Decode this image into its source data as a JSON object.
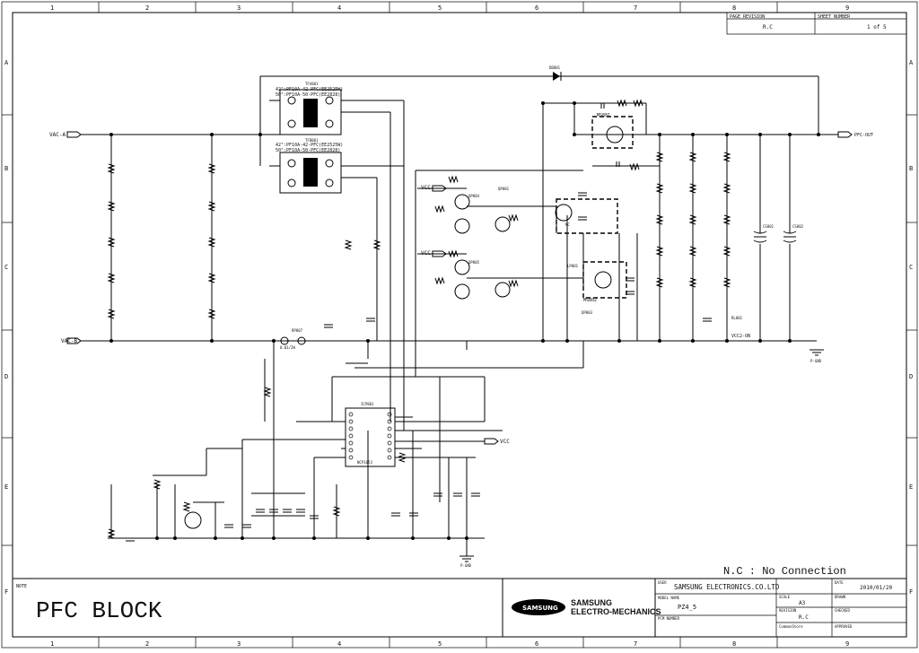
{
  "grid": {
    "columns": [
      "1",
      "2",
      "3",
      "4",
      "5",
      "6",
      "7",
      "8",
      "9"
    ],
    "rows": [
      "A",
      "B",
      "C",
      "D",
      "E",
      "F"
    ]
  },
  "revision_box": {
    "page_revision_label": "PAGE REVISION",
    "page_revision_value": "R.C",
    "sheet_number_label": "SHEET NUMBER",
    "sheet_number_value": "1 of 5"
  },
  "nc_note": "N.C : No Connection",
  "title_block": {
    "note_label": "NOTE",
    "block_title": "PFC BLOCK",
    "logo_wordmark": "SAMSUNG",
    "company_line1": "SAMSUNG",
    "company_line2": "ELECTRO-MECHANICS",
    "user_label": "USER",
    "user_value": "SAMSUNG ELECTRONICS.CO.LTD",
    "date_label": "DATE",
    "date_value": "2010/01/20",
    "model_name_label": "MODEL NAME",
    "model_name_value": "PZ4_5",
    "scale_label": "SCALE",
    "scale_value": "A3",
    "drawn_label": "DRAWN",
    "revision_label": "REVISION",
    "revision_value": "R.C",
    "checked_label": "CHECKED",
    "pcm_number_label": "PCM NUMBER",
    "common_label": "CommonStore",
    "approved_label": "APPROVED"
  },
  "nets": {
    "vac_a": "VAC-A",
    "vac_b": "VAC-B",
    "pfc_out": "PFC-OUT",
    "vcc_1": "VCC",
    "vcc_2": "VCC",
    "vcc_3": "VCC",
    "vcc2_on": "VCC2-ON",
    "p_gnd": "P-GND",
    "p_gnd2": "P-GND"
  },
  "components": {
    "d801": "DB801",
    "tf801": "TFA801",
    "tf802": "TFB801",
    "tf_note1": "42\":PF10A-42-PFC(EE2525W)",
    "tf_note2": "50\":PF10A-50-PFC(EE2828)",
    "tf_note3": "42\":PF10A-42-PFC(EE2525W)",
    "tf_note4": "50\":PF10A-50-PFC(EE2828)",
    "ic801": "ICP801",
    "ic801_part": "NCP1653",
    "q801": "QP801",
    "q803": "QP803",
    "q804": "QP804",
    "q805": "QP805",
    "l801": "LP801",
    "r807": "RP807",
    "r807_val": "0.01/2W",
    "note_nc": "NC",
    "cs801": "CS801",
    "cs802": "CS802",
    "ms801": "MS801",
    "ms802": "MS802",
    "rl801": "RL801"
  }
}
